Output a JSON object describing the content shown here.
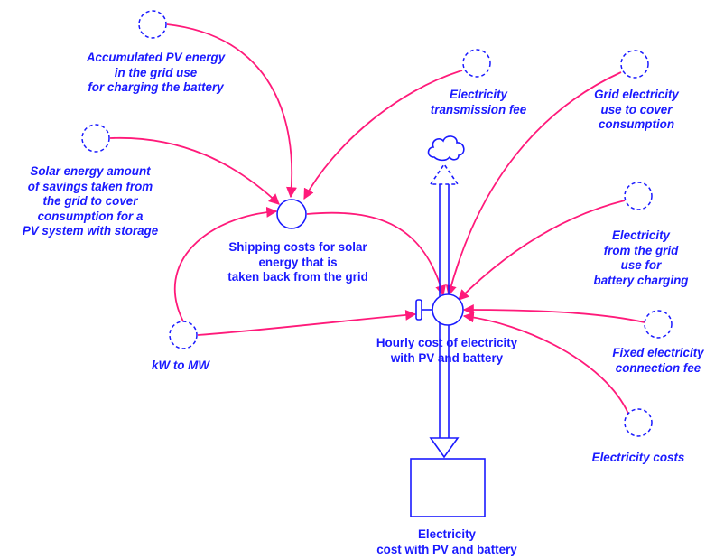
{
  "colors": {
    "node": "#1a1aff",
    "link": "#ff1a7a"
  },
  "icons": [
    "cloud-icon",
    "valve-icon"
  ],
  "labels": {
    "accumulated_pv": "Accumulated PV energy\nin the grid use\nfor charging the battery",
    "solar_savings": "Solar energy amount\nof savings taken from\nthe grid to cover\nconsumption for a\nPV system with storage",
    "transmission_fee": "Electricity\ntransmission fee",
    "grid_cover": "Grid electricity\nuse to cover\nconsumption",
    "grid_battery": "Electricity\nfrom the grid\nuse for\nbattery charging",
    "fixed_fee": "Fixed electricity\nconnection fee",
    "electricity_costs": "Electricity costs",
    "kw_to_mw": "kW to MW",
    "shipping_costs": "Shipping costs for solar\nenergy that is\ntaken back from the grid",
    "hourly_cost": "Hourly cost of electricity\nwith PV and battery",
    "stock": "Electricity\ncost with PV and battery"
  }
}
